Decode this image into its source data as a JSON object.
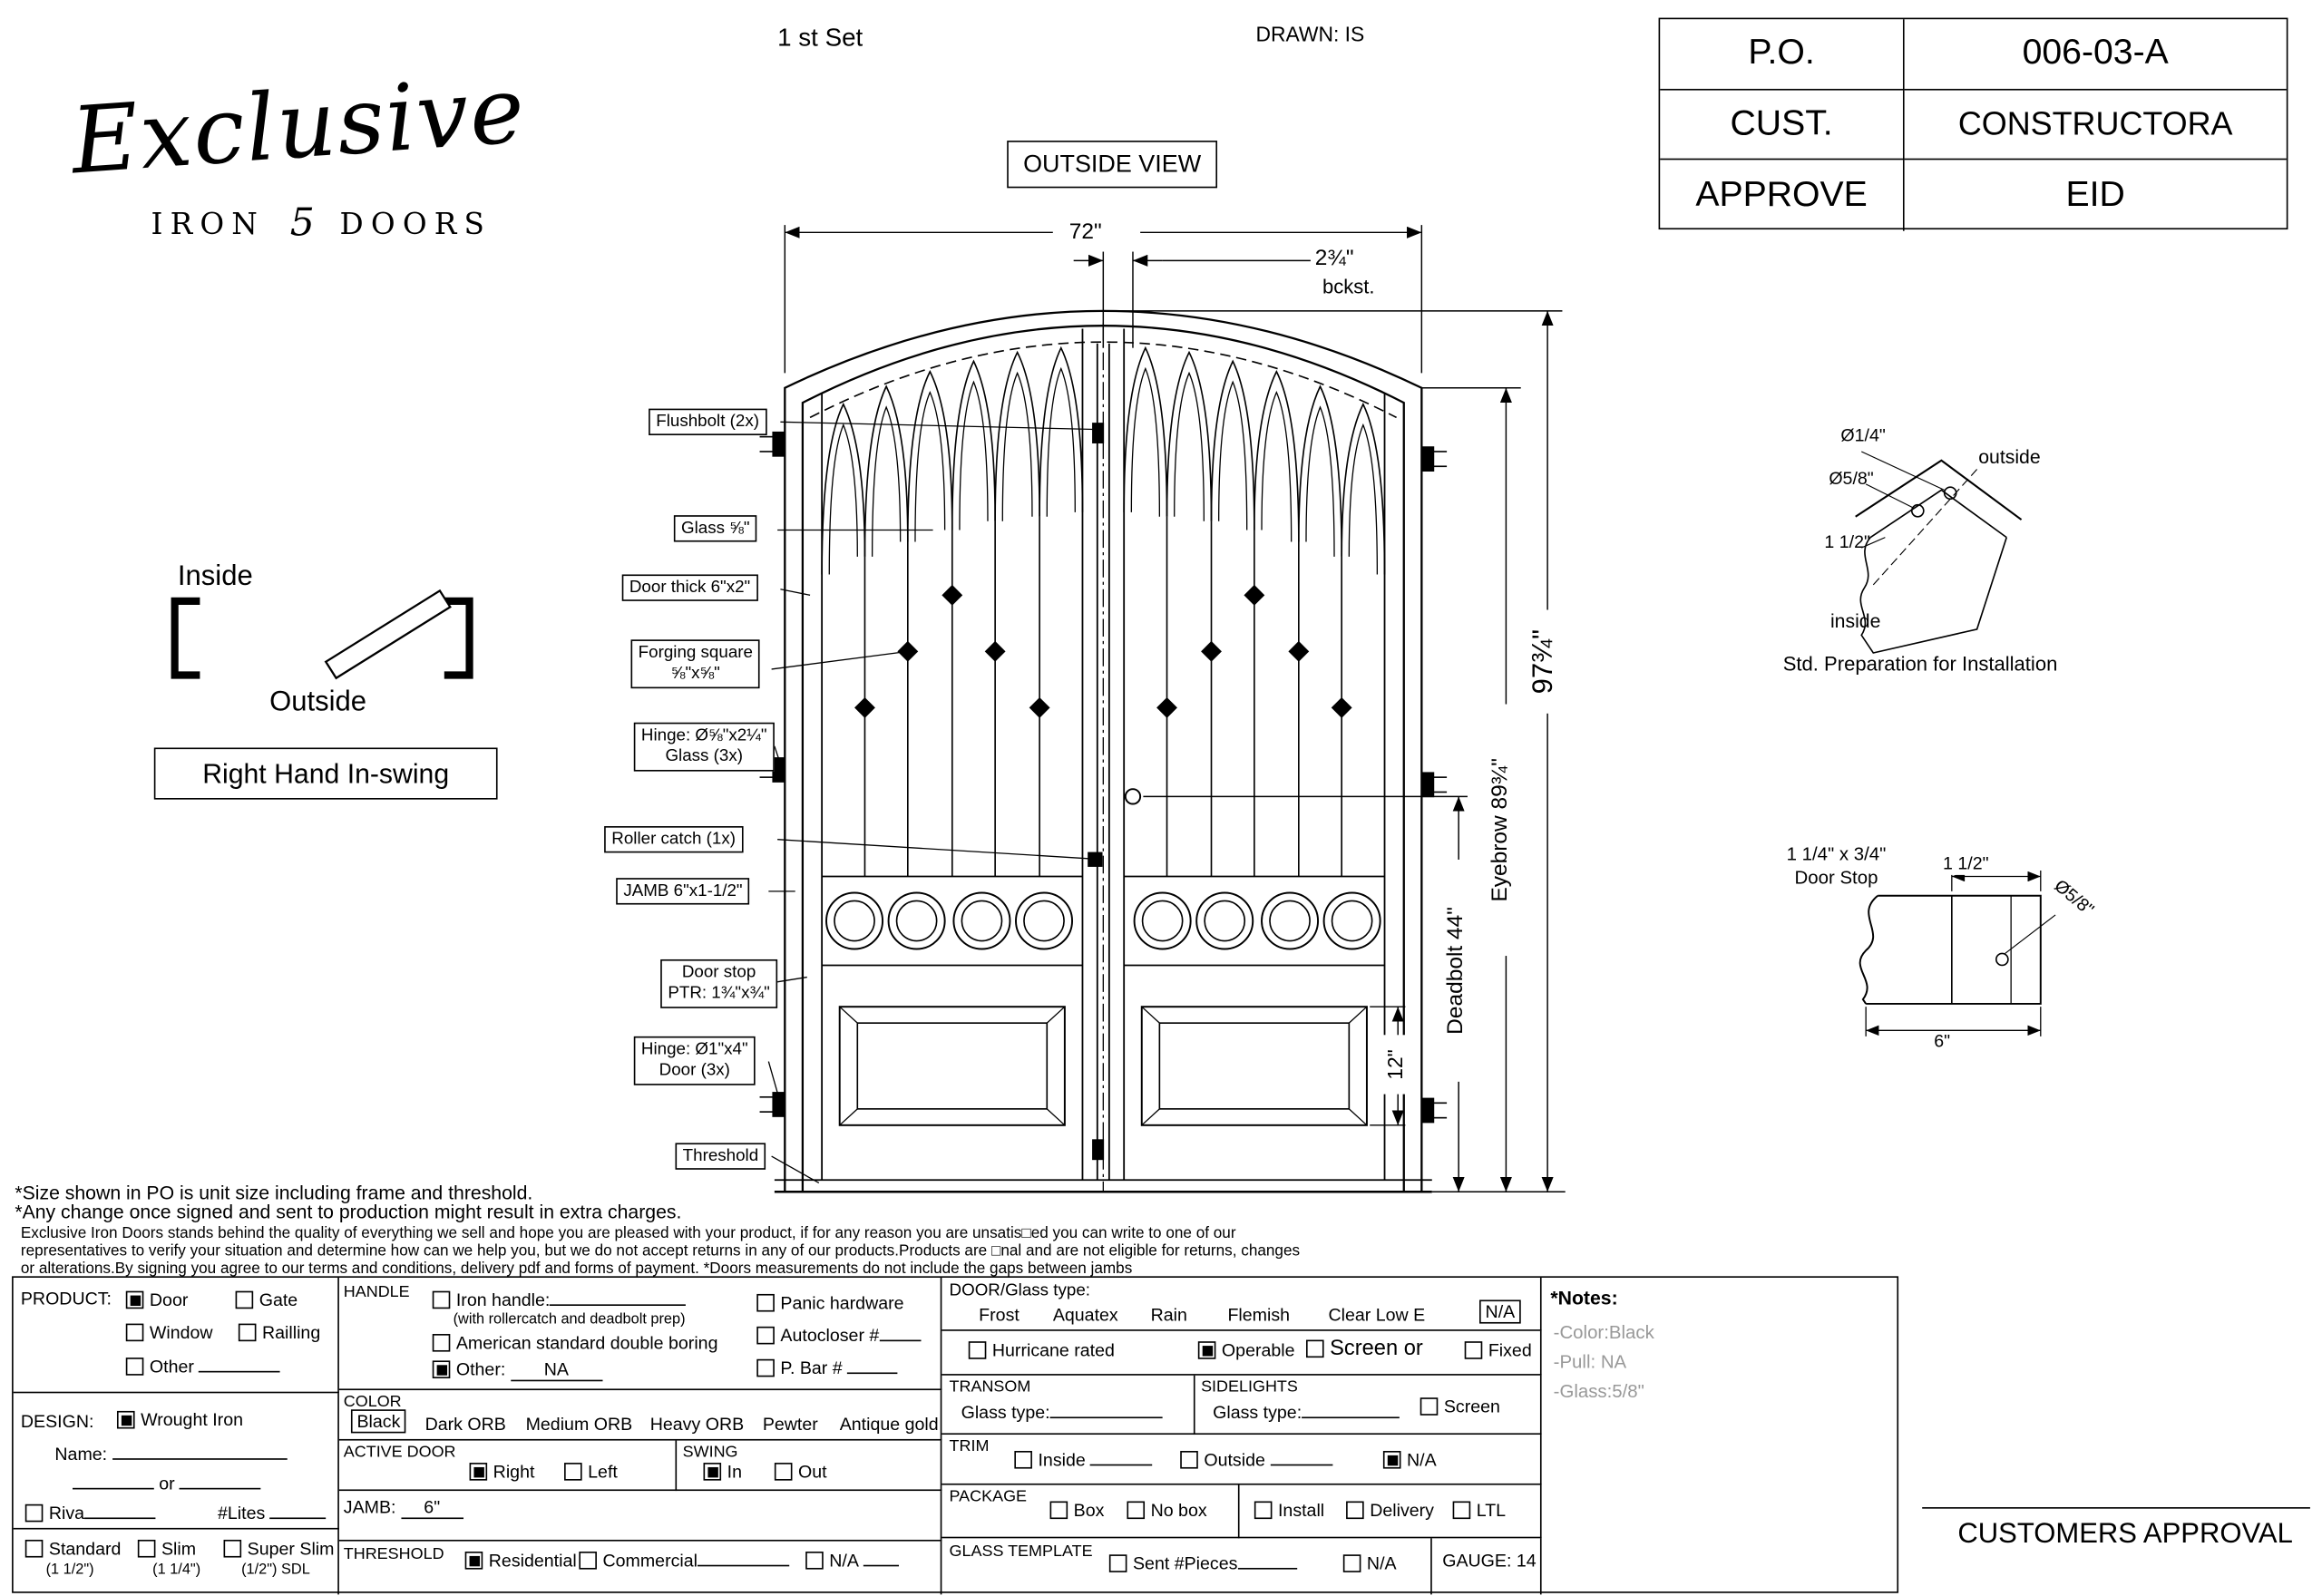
{
  "meta": {
    "set_label": "1 st Set",
    "drawn_label": "DRAWN: IS"
  },
  "logo": {
    "name": "Exclusive",
    "sub_left": "IRON",
    "ornament": "5",
    "sub_right": "DOORS"
  },
  "po_table": {
    "rows": [
      {
        "label": "P.O.",
        "value": "006-03-A"
      },
      {
        "label": "CUST.",
        "value": "CONSTRUCTORA"
      },
      {
        "label": "APPROVE",
        "value": "EID"
      }
    ]
  },
  "drawing": {
    "view_label": "OUTSIDE VIEW",
    "dims": {
      "width": "72\"",
      "backset": "2¾\"",
      "backset_sub": "bckst.",
      "total_height": "97¾\"",
      "eyebrow": "Eyebrow 89¾\"",
      "deadbolt": "Deadbolt 44\"",
      "panel": "12\""
    },
    "callouts": [
      {
        "lines": [
          "Flushbolt (2x)"
        ]
      },
      {
        "lines": [
          "Glass ⅝\""
        ]
      },
      {
        "lines": [
          "Door thick 6\"x2\""
        ]
      },
      {
        "lines": [
          "Forging square",
          "⅝\"x⅝\""
        ]
      },
      {
        "lines": [
          "Hinge: Ø⅝\"x2¼\"",
          "Glass (3x)"
        ]
      },
      {
        "lines": [
          "Roller catch  (1x)"
        ]
      },
      {
        "lines": [
          "JAMB  6\"x1-1/2\""
        ]
      },
      {
        "lines": [
          "Door stop",
          "PTR: 1¾\"x¾\""
        ]
      },
      {
        "lines": [
          "Hinge: Ø1\"x4\"",
          "Door (3x)"
        ]
      },
      {
        "lines": [
          "Threshold"
        ]
      }
    ]
  },
  "swing_diagram": {
    "inside": "Inside",
    "outside": "Outside",
    "hand": "Right Hand In-swing"
  },
  "detail_prep": {
    "dia1": "Ø1/4\"",
    "dia2": "Ø5/8\"",
    "dim": "1 1/2\"",
    "outside": "outside",
    "inside": "inside",
    "caption": "Std. Preparation for Installation"
  },
  "detail_stop": {
    "title1": "1 1/4\" x 3/4\"",
    "title2": "Door Stop",
    "top": "1 1/2\"",
    "dia": "Ø5/8\"",
    "bottom": "6\""
  },
  "disclaimer": {
    "line1": "*Size shown in PO is unit size including frame and threshold.",
    "line2": "*Any change once signed and sent to production might result in extra charges.",
    "line3": "Exclusive Iron Doors stands behind the quality of everything we sell and hope you are pleased with your product, if for any reason you are unsatis□ed you can write to one of our",
    "line4": "representatives to verify your situation and determine how can we help you, but we do not accept returns in any of our products.Products are □nal and are not eligible for returns, changes",
    "line5": "or alterations.By signing you agree to our terms and conditions, delivery pdf and forms of payment. *Doors measurements do not include the gaps between jambs"
  },
  "form": {
    "product": {
      "title": "PRODUCT:",
      "options": [
        {
          "label": "Door",
          "checked": true
        },
        {
          "label": "Gate",
          "checked": false
        },
        {
          "label": "Window",
          "checked": false
        },
        {
          "label": "Railling",
          "checked": false
        },
        {
          "label": "Other",
          "checked": false
        }
      ]
    },
    "design": {
      "title": "DESIGN:",
      "option": {
        "label": "Wrought Iron",
        "checked": true
      },
      "name_label": "Name:",
      "or_label": "or",
      "riva": {
        "label": "Riva",
        "checked": false
      },
      "lites_label": "#Lites"
    },
    "size": {
      "options": [
        {
          "label": "Standard",
          "sub": "(1 1/2\")",
          "checked": false
        },
        {
          "label": "Slim",
          "sub": "(1 1/4\")",
          "checked": false
        },
        {
          "label": "Super Slim",
          "sub": "(1/2\") SDL",
          "checked": false
        }
      ]
    },
    "handle": {
      "title": "HANDLE",
      "iron": {
        "label": "Iron handle:",
        "checked": false
      },
      "iron_sub": "(with rollercatch and deadbolt prep)",
      "american": {
        "label": "American standard double boring",
        "checked": false
      },
      "other": {
        "label": "Other:",
        "value": "NA",
        "checked": true
      },
      "panic": {
        "label": "Panic hardware",
        "checked": false
      },
      "autocloser": {
        "label": "Autocloser #",
        "checked": false
      },
      "pbar": {
        "label": "P. Bar #",
        "checked": false
      }
    },
    "color": {
      "title": "COLOR",
      "options": [
        {
          "label": "Black",
          "selected": true
        },
        {
          "label": "Dark ORB",
          "selected": false
        },
        {
          "label": "Medium ORB",
          "selected": false
        },
        {
          "label": "Heavy ORB",
          "selected": false
        },
        {
          "label": "Pewter",
          "selected": false
        },
        {
          "label": "Antique gold",
          "selected": false
        }
      ]
    },
    "active_door": {
      "title": "ACTIVE DOOR",
      "right": {
        "label": "Right",
        "checked": true
      },
      "left": {
        "label": "Left",
        "checked": false
      }
    },
    "swing": {
      "title": "SWING",
      "in": {
        "label": "In",
        "checked": true
      },
      "out": {
        "label": "Out",
        "checked": false
      }
    },
    "jamb": {
      "title": "JAMB:",
      "value": "6\""
    },
    "threshold": {
      "title": "THRESHOLD",
      "residential": {
        "label": "Residential",
        "checked": true
      },
      "commercial": {
        "label": "Commercial",
        "checked": false
      },
      "na": {
        "label": "N/A",
        "checked": false
      }
    },
    "glass": {
      "title": "DOOR/Glass type:",
      "options": [
        {
          "label": "Frost",
          "boxed": false
        },
        {
          "label": "Aquatex",
          "boxed": false
        },
        {
          "label": "Rain",
          "boxed": false
        },
        {
          "label": "Flemish",
          "boxed": false
        },
        {
          "label": "Clear Low E",
          "boxed": false
        },
        {
          "label": "N/A",
          "boxed": true
        }
      ]
    },
    "hurricane": {
      "label": "Hurricane rated",
      "checked": false
    },
    "operable": {
      "label": "Operable",
      "checked": true
    },
    "screen_or": {
      "label": "Screen or",
      "checked": false
    },
    "fixed": {
      "label": "Fixed",
      "checked": false
    },
    "transom": {
      "title": "TRANSOM",
      "glass_label": "Glass type:"
    },
    "sidelights": {
      "title": "SIDELIGHTS",
      "glass_label": "Glass type:",
      "screen": {
        "label": "Screen",
        "checked": false
      }
    },
    "trim": {
      "title": "TRIM",
      "inside": {
        "label": "Inside",
        "checked": false
      },
      "outside": {
        "label": "Outside",
        "checked": false
      },
      "na": {
        "label": "N/A",
        "checked": true
      }
    },
    "package": {
      "title": "PACKAGE",
      "box": {
        "label": "Box",
        "checked": false
      },
      "nobox": {
        "label": "No box",
        "checked": false
      },
      "install": {
        "label": "Install",
        "checked": false
      },
      "delivery": {
        "label": "Delivery",
        "checked": false
      },
      "ltl": {
        "label": "LTL",
        "checked": false
      }
    },
    "template": {
      "title": "GLASS TEMPLATE",
      "sent": {
        "label": "Sent #Pieces",
        "checked": false
      },
      "na": {
        "label": "N/A",
        "checked": false
      },
      "gauge": "GAUGE: 14"
    },
    "notes": {
      "title": "*Notes:",
      "lines": [
        "-Color:Black",
        "-Pull: NA",
        "-Glass:5/8\""
      ]
    },
    "approval": "CUSTOMERS APPROVAL"
  }
}
